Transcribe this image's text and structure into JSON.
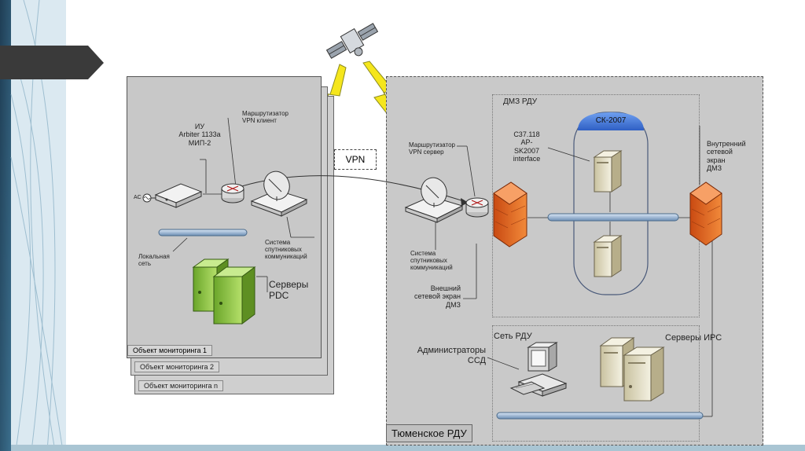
{
  "colors": {
    "sidebar": "#2b4c63",
    "accent": "#3e7d9e",
    "panel": "#c8c8c8",
    "server_green": "#8cc63f",
    "firewall": "#e5611f",
    "bolt": "#f5e61c",
    "cloud_header": "#3b6fd6"
  },
  "vpn_label": "VPN",
  "monitoring": {
    "stack": [
      "Объект мониторинга 1",
      "Объект мониторинга 2",
      "Объект мониторинга n"
    ],
    "iu": "ИУ\nArbiter  1133a\nМИП-2",
    "ac_label": "AC",
    "router": "Маршрутизатор\nVPN клиент",
    "lan": "Локальная\nсеть",
    "sat": "Система\nспутниковых\nкоммуникаций",
    "servers": "Серверы\nPDC"
  },
  "region": {
    "name": "Тюменское РДУ",
    "dmz": "ДМЗ РДУ",
    "router": "Маршрутизатор\nVPN сервер",
    "c37": "C37.118\nAP-\nSK2007\ninterface",
    "sk": "СК-2007",
    "sat": "Система\nспутниковых\nкоммуникаций",
    "ext_fw": "Внешний\nсетевой экран\nДМЗ",
    "int_fw": "Внутренний\nсетевой\nэкран\nДМЗ",
    "admins": "Администраторы\nССД",
    "rdu_net": "Сеть РДУ",
    "irs": "Серверы ИРС"
  },
  "icons": [
    "satellite-icon",
    "lightning-icon",
    "satellite-dish-icon",
    "router-icon",
    "firewall-icon",
    "server-icon",
    "workstation-icon",
    "ac-power-icon",
    "network-bus-icon"
  ]
}
